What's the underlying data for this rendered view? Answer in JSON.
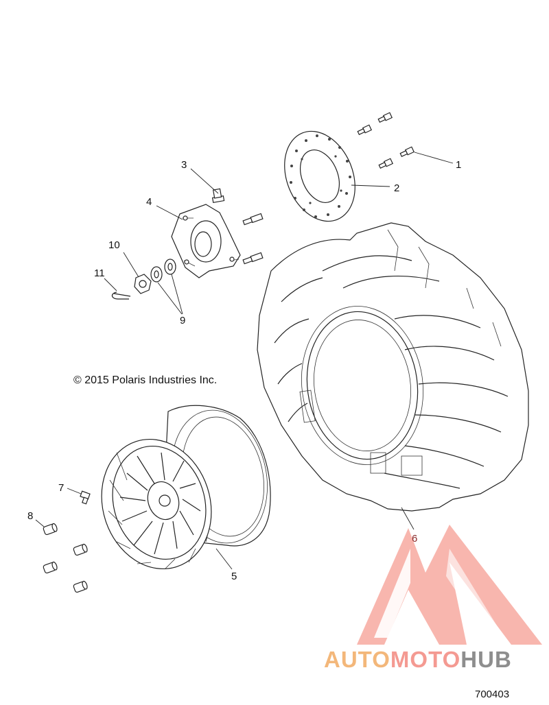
{
  "callouts": [
    {
      "label": "1"
    },
    {
      "label": "2"
    },
    {
      "label": "3"
    },
    {
      "label": "4"
    },
    {
      "label": "10"
    },
    {
      "label": "11"
    },
    {
      "label": "9"
    },
    {
      "label": "7"
    },
    {
      "label": "8"
    },
    {
      "label": "5"
    },
    {
      "label": "6"
    }
  ],
  "copyright": "© 2015 Polaris Industries Inc.",
  "diagram_id": "700403",
  "logo": {
    "part1": "AUTO",
    "part2": "MOTO",
    "part3": "HUB",
    "color_orange": "#f3b77a",
    "color_red": "#f49a92",
    "color_gray": "#8e8e8e"
  }
}
